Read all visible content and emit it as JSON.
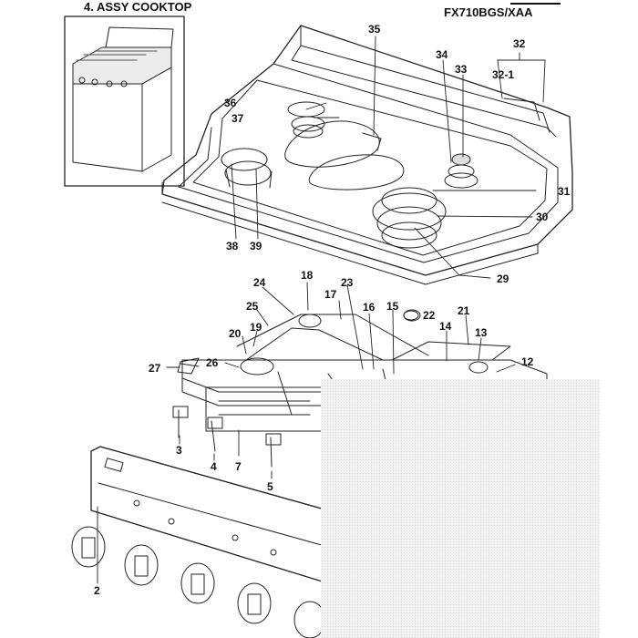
{
  "title": "4. ASSY COOKTOP",
  "model": "FX710BGS/XAA",
  "callouts": {
    "c2": "2",
    "c3": "3",
    "c4": "4",
    "c5": "5",
    "c7": "7",
    "c12": "12",
    "c13": "13",
    "c14": "14",
    "c15": "15",
    "c16": "16",
    "c17": "17",
    "c18": "18",
    "c19": "19",
    "c20": "20",
    "c21": "21",
    "c22": "22",
    "c23": "23",
    "c24": "24",
    "c25": "25",
    "c26": "26",
    "c27": "27",
    "c29": "29",
    "c30": "30",
    "c31": "31",
    "c32": "32",
    "c32_1": "32-1",
    "c33": "33",
    "c34": "34",
    "c35": "35",
    "c36": "36",
    "c37": "37",
    "c38": "38",
    "c39": "39"
  }
}
